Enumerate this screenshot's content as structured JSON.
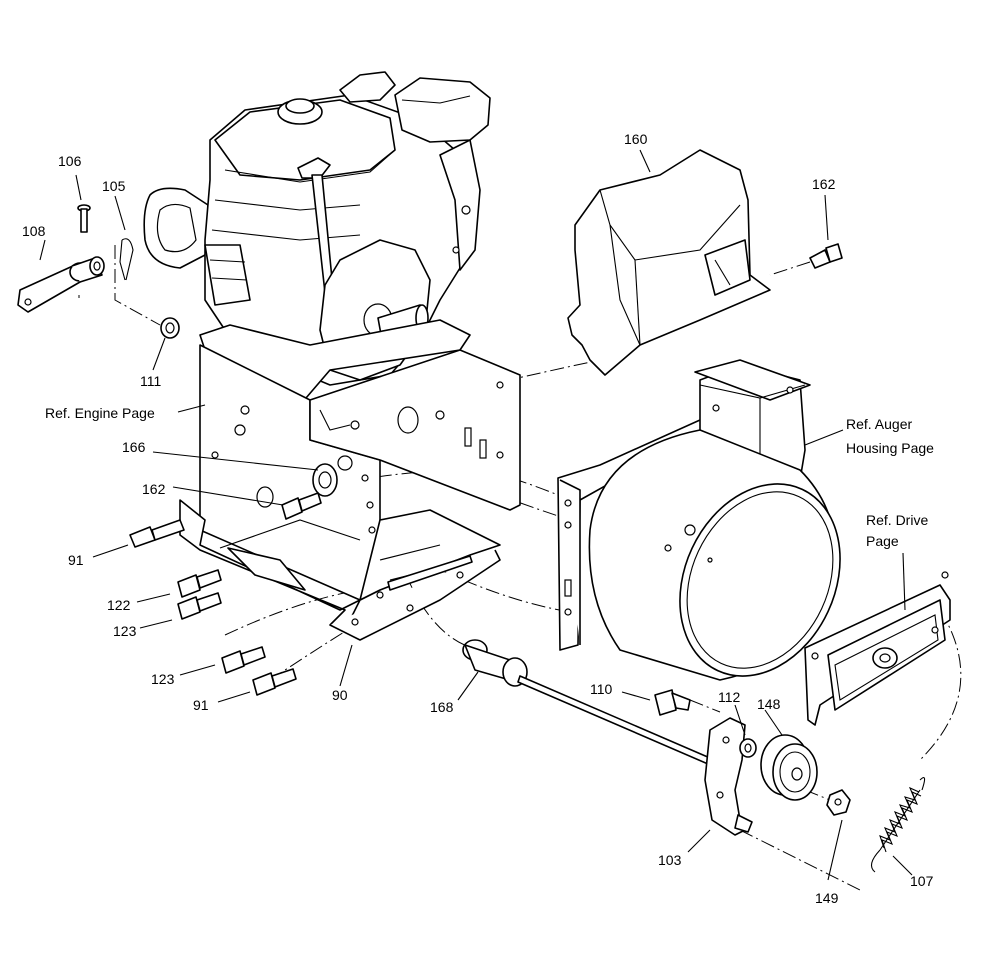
{
  "labels": {
    "p106": "106",
    "p105": "105",
    "p108": "108",
    "p111": "111",
    "p160": "160",
    "p162_top": "162",
    "ref_engine": "Ref. Engine Page",
    "p166": "166",
    "p162_mid": "162",
    "ref_auger_1": "Ref. Auger",
    "ref_auger_2": "Housing Page",
    "ref_drive_1": "Ref. Drive",
    "ref_drive_2": "Page",
    "p91_a": "91",
    "p122": "122",
    "p123_a": "123",
    "p123_b": "123",
    "p91_b": "91",
    "p90": "90",
    "p168": "168",
    "p110": "110",
    "p112": "112",
    "p148": "148",
    "p103": "103",
    "p149": "149",
    "p107": "107"
  },
  "colors": {
    "line": "#000000",
    "background": "#ffffff"
  }
}
